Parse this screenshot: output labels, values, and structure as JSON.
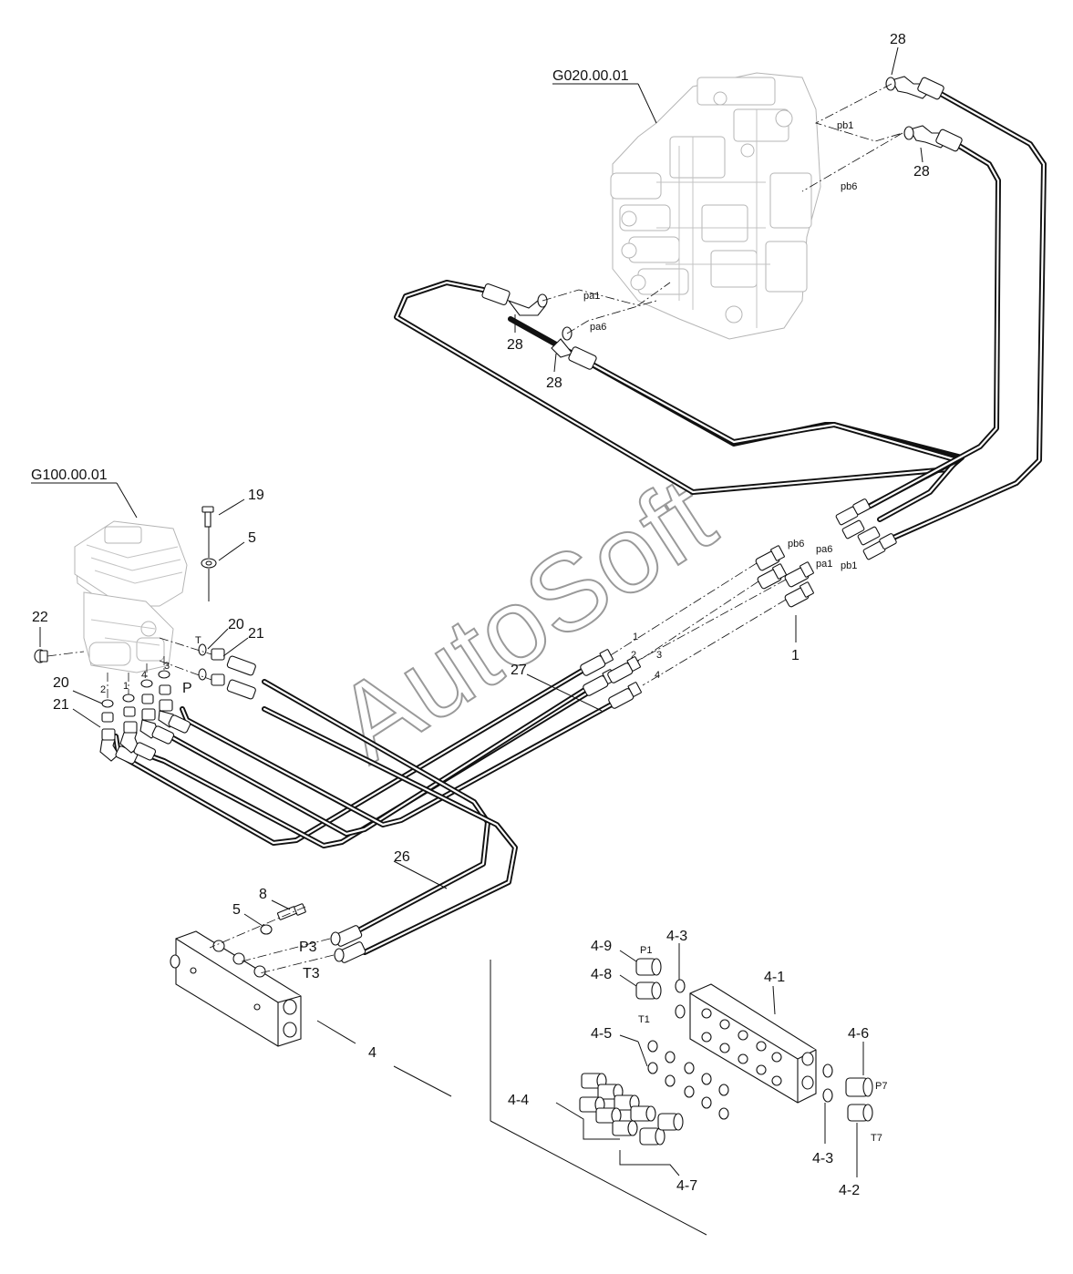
{
  "assemblies": {
    "control_valve": "G020.00.01",
    "pilot_valve": "G100.00.01"
  },
  "callouts": {
    "c28_a": "28",
    "c28_b": "28",
    "c28_c": "28",
    "c28_d": "28",
    "c19": "19",
    "c5_a": "5",
    "c22": "22",
    "c20_a": "20",
    "c21_a": "21",
    "c20_b": "20",
    "c21_b": "21",
    "c1": "1",
    "c27": "27",
    "c26": "26",
    "c8": "8",
    "c5_b": "5",
    "c4": "4",
    "c4_1": "4-1",
    "c4_2": "4-2",
    "c4_3_a": "4-3",
    "c4_3_b": "4-3",
    "c4_4": "4-4",
    "c4_5": "4-5",
    "c4_6": "4-6",
    "c4_7": "4-7",
    "c4_8": "4-8",
    "c4_9": "4-9"
  },
  "port_labels": {
    "pb1_top": "pb1",
    "pb6_top": "pb6",
    "pa1_top": "pa1",
    "pa6_top": "pa6",
    "pb6": "pb6",
    "pa6": "pa6",
    "pa1": "pa1",
    "pb1": "pb1",
    "line1": "1",
    "line2": "2",
    "line3": "3",
    "line4": "4",
    "pv_t": "T",
    "pv_p": "P",
    "pv_1": "1",
    "pv_2": "2",
    "pv_3": "3",
    "pv_4": "4",
    "p3": "P3",
    "t3": "T3",
    "p1": "P1",
    "t1": "T1",
    "p7": "P7",
    "t7": "T7"
  },
  "watermark": "AutoSoft"
}
